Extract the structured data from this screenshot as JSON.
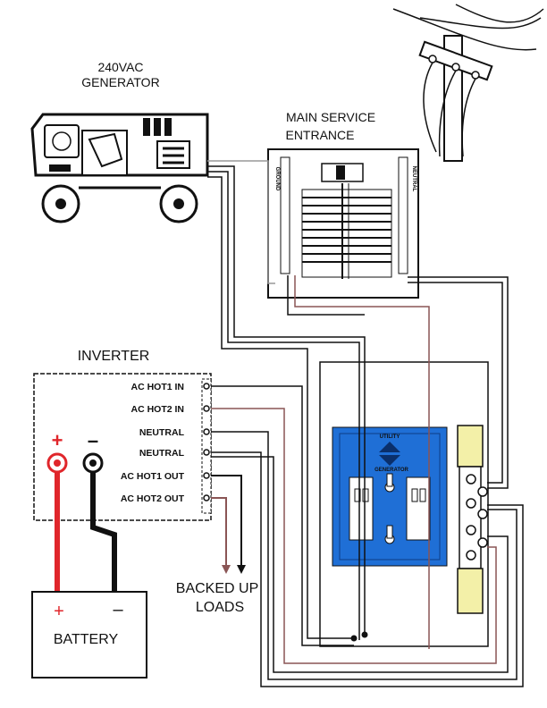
{
  "generator": {
    "line1": "240VAC",
    "line2": "GENERATOR"
  },
  "service_entrance": {
    "line1": "MAIN SERVICE",
    "line2": "ENTRANCE",
    "ground": "GROUND",
    "neutral": "NEUTRAL"
  },
  "inverter": {
    "title": "INVERTER",
    "terminals": [
      "AC HOT1 IN",
      "AC HOT2 IN",
      "NEUTRAL",
      "NEUTRAL",
      "AC HOT1 OUT",
      "AC HOT2 OUT"
    ],
    "plus": "+",
    "minus": "–"
  },
  "loads": {
    "line1": "BACKED UP",
    "line2": "LOADS"
  },
  "battery": {
    "label": "BATTERY",
    "plus": "+",
    "minus": "–"
  },
  "transfer_switch": {
    "utility": "UTILITY",
    "generator": "GENERATOR"
  },
  "colors": {
    "hot": "#8a5555",
    "positive": "#e0262b",
    "negative": "#111111",
    "panel_blue": "#1f6fd6",
    "terminal_yellow": "#f3f0a8"
  }
}
